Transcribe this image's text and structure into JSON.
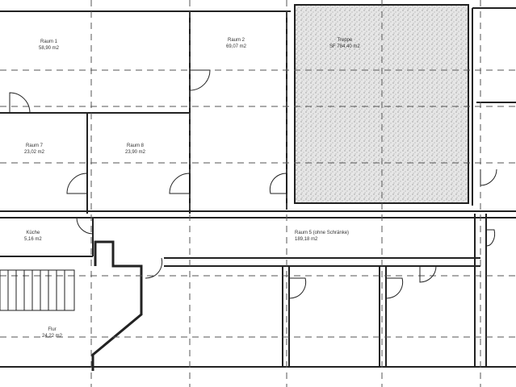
{
  "rooms": [
    {
      "name": "Raum 1",
      "area": "58,90 m2"
    },
    {
      "name": "Raum 2",
      "area": "69,07 m2"
    },
    {
      "name": "Treppe",
      "area": "SF 784,40 m2"
    },
    {
      "name": "Raum 7",
      "area": "23,02 m2"
    },
    {
      "name": "Raum 8",
      "area": "23,90 m2"
    },
    {
      "name": "Küche",
      "area": "5,16 m2"
    },
    {
      "name": "Raum 5 (ohne Schränke)",
      "area": "189,18 m2"
    },
    {
      "name": "Flur",
      "area": "24,22 m2"
    }
  ],
  "colors": {
    "wall": "#222222",
    "grid": "#555555",
    "hatch": "#d8d8d8"
  }
}
